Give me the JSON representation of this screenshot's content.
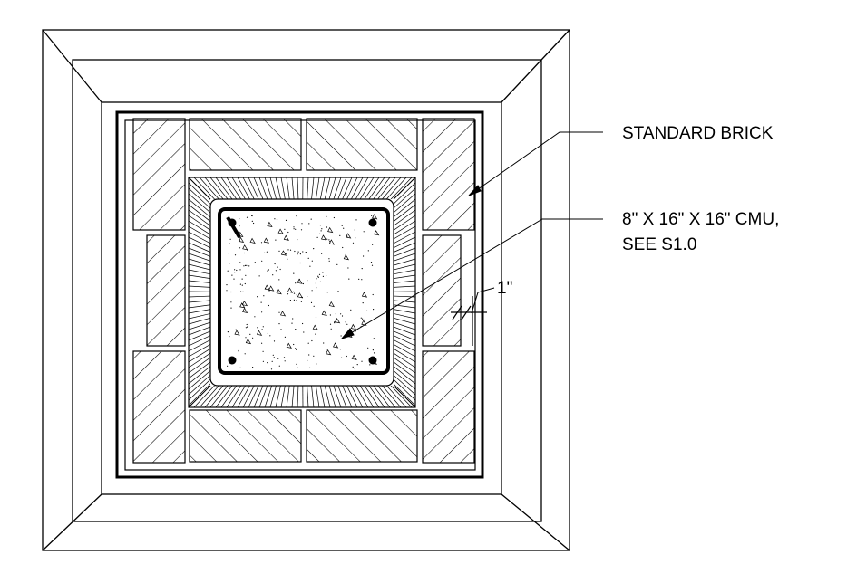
{
  "callouts": {
    "brick": "STANDARD BRICK",
    "cmu_line1": "8\" X 16\" X 16\" CMU,",
    "cmu_line2": "SEE S1.0",
    "gap": "1\""
  },
  "colors": {
    "line": "#000000",
    "background": "#ffffff"
  }
}
